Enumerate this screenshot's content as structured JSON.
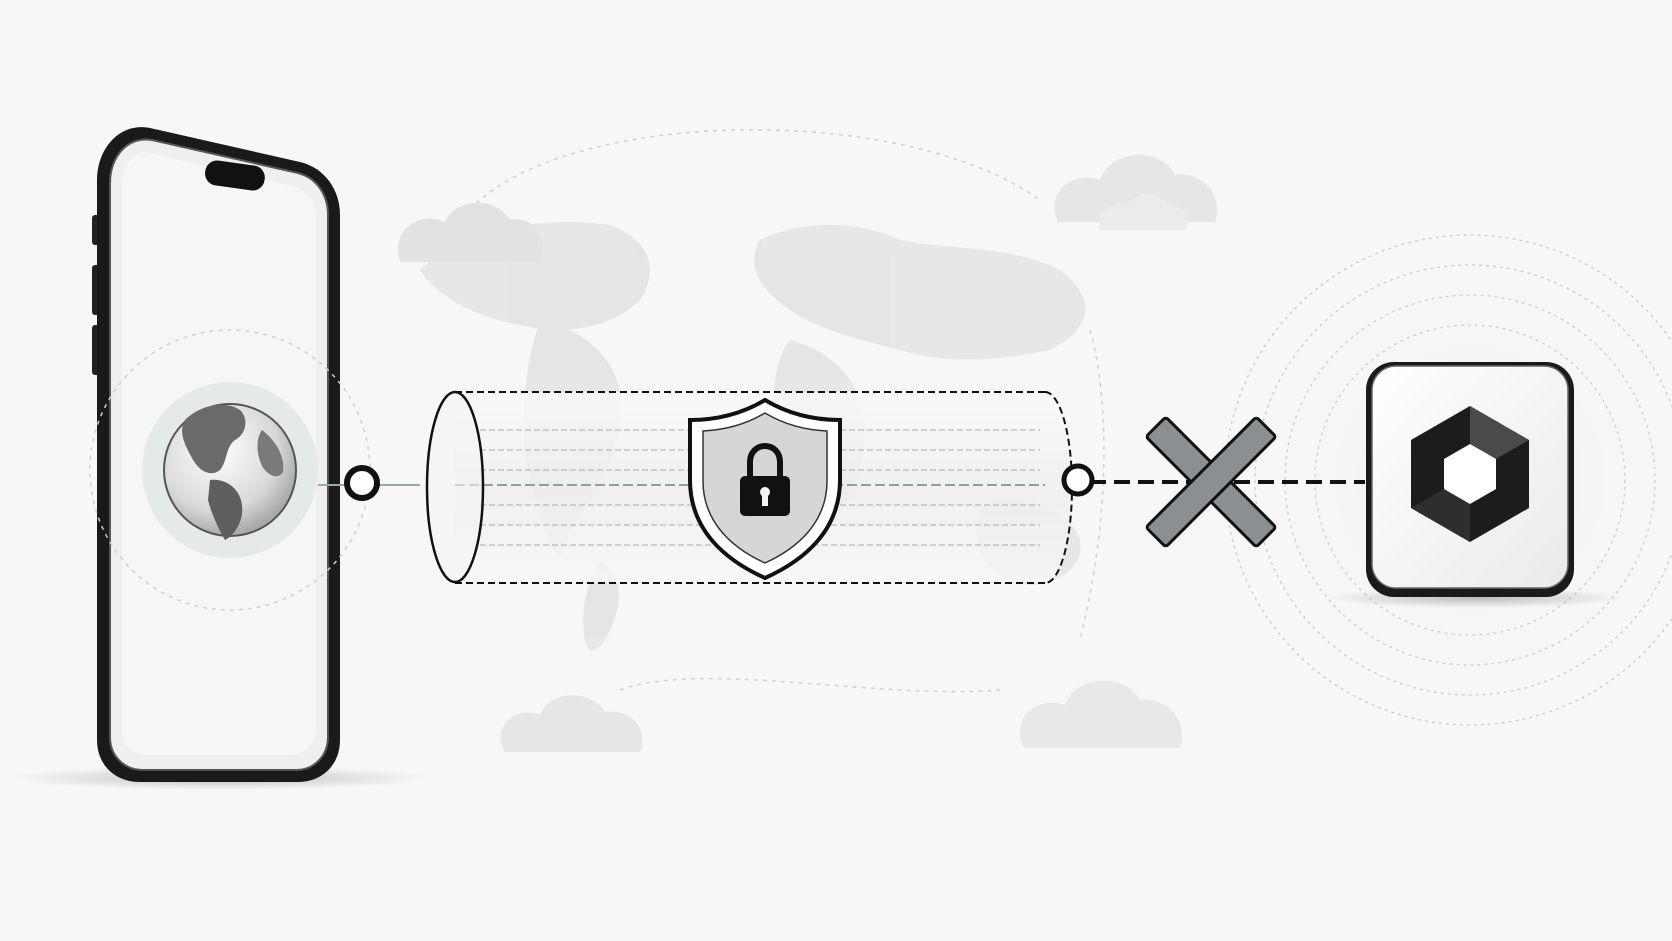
{
  "diagram": {
    "nodes": [
      {
        "id": "phone",
        "icon": "phone-icon",
        "inner_icon": "globe-icon"
      },
      {
        "id": "tunnel",
        "icon": "encrypted-tunnel-icon",
        "inner_icon": "shield-lock-icon"
      },
      {
        "id": "blocked",
        "icon": "blocked-x-icon"
      },
      {
        "id": "server",
        "icon": "app-tile-icon",
        "inner_icon": "hexagon-logo-icon"
      }
    ],
    "connections": [
      {
        "from": "phone",
        "to": "tunnel",
        "style": "solid"
      },
      {
        "from": "tunnel",
        "to": "server",
        "style": "dashed",
        "status": "blocked"
      }
    ],
    "background": [
      "world-map",
      "cloud-icon",
      "cloud-icon",
      "cloud-icon",
      "cloud-icon",
      "cloud-icon"
    ]
  },
  "colors": {
    "background": "#f7f7f7",
    "outline": "#111111",
    "block_mark": "#8a8f92",
    "map": "#e3e3e3",
    "cloud": "#e4e4e4"
  }
}
